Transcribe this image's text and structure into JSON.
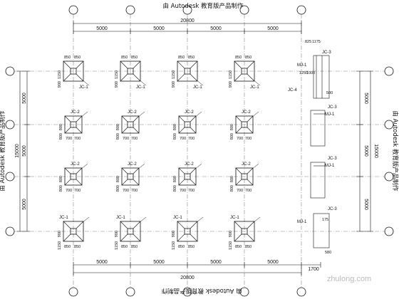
{
  "watermark": {
    "top": "由 Autodesk 教育版产品制作",
    "bottom": "由 Autodesk 教育版产品制作",
    "left": "由 Autodesk 教育版产品制作",
    "right": "由 Autodesk 教育版产品制作"
  },
  "dimensions": {
    "top_total": "20800",
    "top_bays": [
      "5000",
      "5000",
      "5000",
      "5000"
    ],
    "bottom_total": "20800",
    "bottom_bays": [
      "5000",
      "5000",
      "5000",
      "5000",
      "1700"
    ],
    "left_bays": [
      "5000",
      "5000",
      "5000"
    ],
    "left_total": "15000",
    "right_bays": [
      "5000",
      "5000",
      "5000"
    ],
    "right_total": "15000"
  },
  "footing_dims": {
    "a": "850",
    "b": "850",
    "c": "1150",
    "d": "900",
    "e": "800",
    "f": "700",
    "g": "1250",
    "h": "1000",
    "i": "825",
    "j": "1175",
    "k": "500",
    "l": "580",
    "m": "175",
    "n": "1150"
  },
  "labels": {
    "jc1": "JC-1",
    "jc2": "JC-2",
    "jc3": "JC-3",
    "jc4": "JC-4",
    "mj1": "MJ-1"
  },
  "site_logo": "zhulong.com"
}
